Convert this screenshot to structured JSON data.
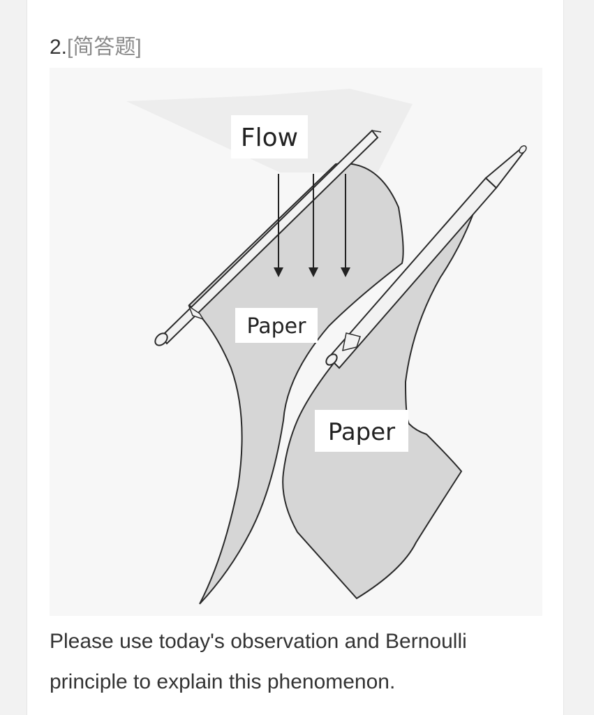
{
  "question": {
    "number": "2.",
    "type_label": "[简答题]",
    "body_text": "Please use today's observation and Bernoulli principle to explain this phenomenon."
  },
  "figure": {
    "flow_label": "Flow",
    "paper_label_top": "Paper",
    "paper_label_bottom": "Paper",
    "colors": {
      "paper": "#d6d6d6",
      "rod": "#f2f2f2",
      "stroke": "#2a2a2a",
      "background": "#f7f7f7"
    }
  }
}
